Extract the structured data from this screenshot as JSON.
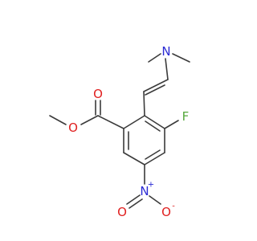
{
  "atoms": {
    "n_amine": {
      "label": "N",
      "color": "#2b2bd4"
    },
    "o_carbonyl": {
      "label": "O",
      "color": "#e02020"
    },
    "o_ester": {
      "label": "O",
      "color": "#e02020"
    },
    "fluorine": {
      "label": "F",
      "color": "#55a83c"
    },
    "n_nitro": {
      "label": "N",
      "color": "#2b2bd4",
      "charge": "+"
    },
    "o_nitro_left": {
      "label": "O",
      "color": "#e02020"
    },
    "o_nitro_right": {
      "label": "O",
      "color": "#e02020",
      "charge": "-"
    }
  },
  "bond_color": "#3b3b3b"
}
